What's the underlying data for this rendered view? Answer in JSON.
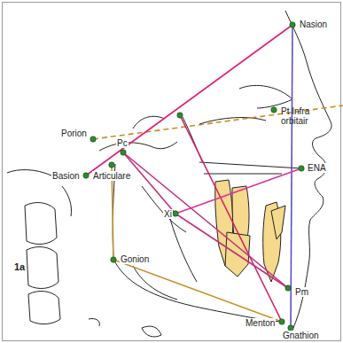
{
  "diagram": {
    "labels": [
      "Nasion",
      "Pt Infra orbitair",
      "Porion",
      "Pc",
      "Basion",
      "Articulare",
      "ENA",
      "Xi",
      "Gonion",
      "1a",
      "Pm",
      "Menton",
      "Gnathion"
    ]
  }
}
